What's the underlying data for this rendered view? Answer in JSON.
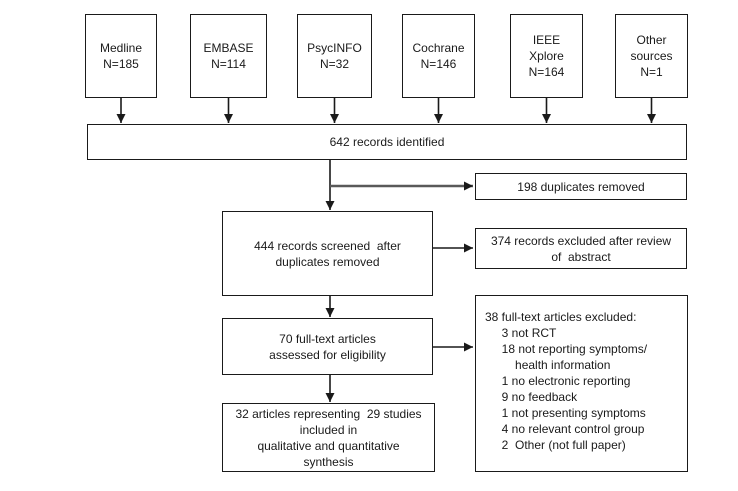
{
  "colors": {
    "line": "#1a1a1a",
    "branch_line": "#595959",
    "background": "#ffffff",
    "box_fill": "#ffffff",
    "text": "#1a1a1a"
  },
  "diagram": {
    "sources": [
      {
        "text": "Medline\nN=185"
      },
      {
        "text": "EMBASE\nN=114"
      },
      {
        "text": "PsycINFO\nN=32"
      },
      {
        "text": "Cochrane\nN=146"
      },
      {
        "text": "IEEE\nXplore\nN=164"
      },
      {
        "text": "Other\nsources\nN=1"
      }
    ],
    "identified": {
      "text": "642 records identified"
    },
    "duplicates_removed": {
      "text": "198 duplicates removed"
    },
    "screened": {
      "text": "444 records screened  after\nduplicates removed"
    },
    "excluded_abstract": {
      "text": "374 records excluded after review\nof  abstract"
    },
    "fulltext_assessed": {
      "text": "70 full-text articles\nassessed for eligibility"
    },
    "fulltext_excluded": {
      "text": "38 full-text articles excluded:\n     3 not RCT\n     18 not reporting symptoms/\n         health information\n     1 no electronic reporting\n     9 no feedback\n     1 not presenting symptoms\n     4 no relevant control group\n     2  Other (not full paper)"
    },
    "included": {
      "text": "32 articles representing  29 studies\nincluded in\nqualitative and quantitative\nsynthesis"
    }
  }
}
